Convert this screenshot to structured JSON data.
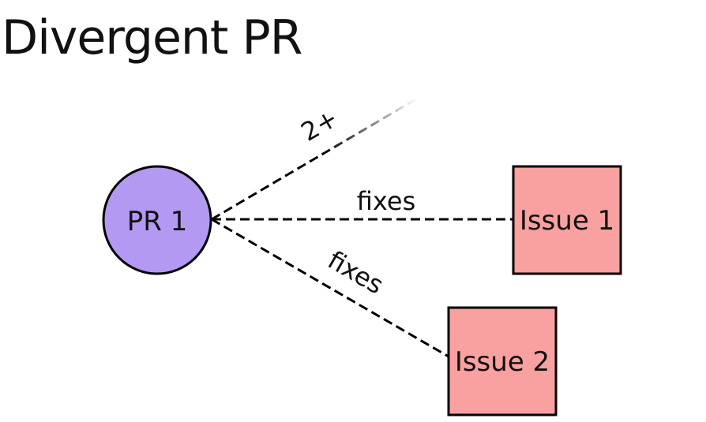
{
  "title": "Divergent PR",
  "nodes": {
    "pr": {
      "label": "PR 1",
      "color": "#b399f2"
    },
    "issue1": {
      "label": "Issue 1",
      "color": "#f9a0a0"
    },
    "issue2": {
      "label": "Issue 2",
      "color": "#f9a0a0"
    }
  },
  "edges": {
    "more": {
      "label": "2+"
    },
    "fixes1": {
      "label": "fixes"
    },
    "fixes2": {
      "label": "fixes"
    }
  },
  "colors": {
    "stroke": "#000000",
    "text": "#111111"
  }
}
